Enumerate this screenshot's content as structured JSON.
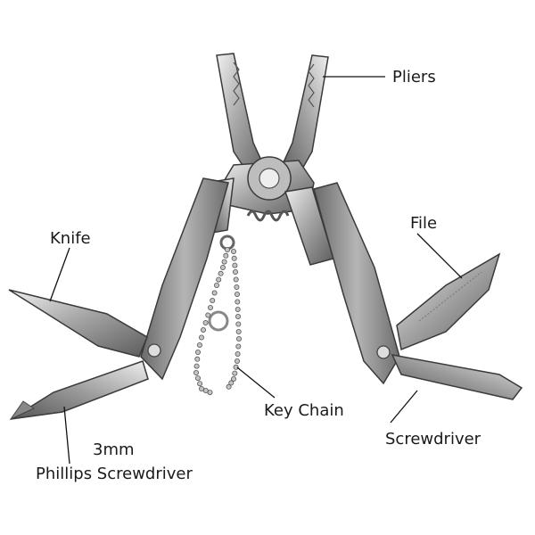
{
  "labels": {
    "pliers": "Pliers",
    "knife": "Knife",
    "file": "File",
    "key_chain": "Key Chain",
    "screwdriver": "Screwdriver",
    "phillips_line1": "3mm",
    "phillips_line2": "Phillips Screwdriver"
  },
  "colors": {
    "steel_light": "#d9d9d9",
    "steel_mid": "#a3a3a3",
    "steel_dark": "#5f5f5f",
    "outline": "#3a3a3a",
    "text": "#1a1a1a"
  }
}
